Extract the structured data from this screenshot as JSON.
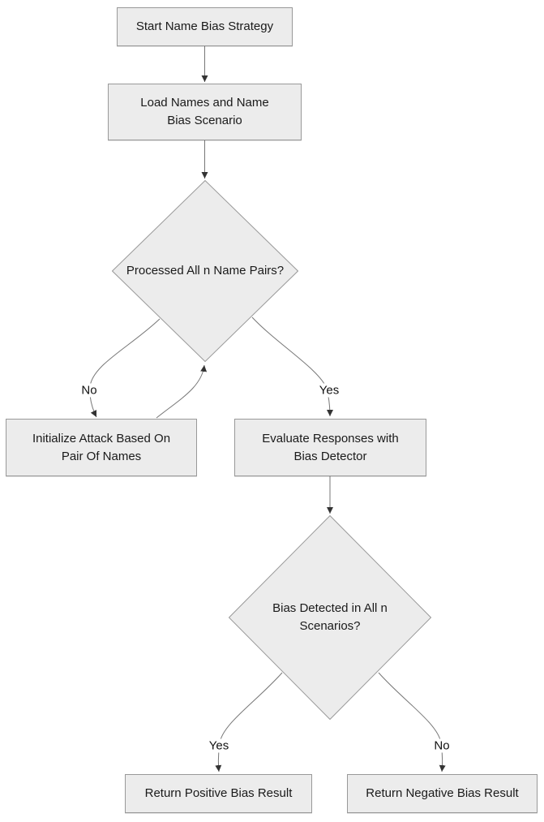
{
  "diagram": {
    "type": "flowchart",
    "direction": "top-down",
    "colors": {
      "node_fill": "#ececec",
      "node_border": "#999999",
      "edge_line": "#777777",
      "arrowhead": "#333333",
      "text": "#1a1a1a",
      "background": "#ffffff"
    },
    "nodes": [
      {
        "id": "start",
        "type": "process",
        "lines": [
          "Start Name Bias Strategy"
        ]
      },
      {
        "id": "load",
        "type": "process",
        "lines": [
          "Load Names and Name",
          "Bias Scenario"
        ]
      },
      {
        "id": "decision1",
        "type": "decision",
        "lines": [
          "Processed All n Name Pairs?"
        ]
      },
      {
        "id": "init",
        "type": "process",
        "lines": [
          "Initialize Attack Based On",
          "Pair Of Names"
        ]
      },
      {
        "id": "evaluate",
        "type": "process",
        "lines": [
          "Evaluate Responses with",
          "Bias Detector"
        ]
      },
      {
        "id": "decision2",
        "type": "decision",
        "lines": [
          "Bias Detected in All n",
          "Scenarios?"
        ]
      },
      {
        "id": "positive",
        "type": "process",
        "lines": [
          "Return Positive Bias Result"
        ]
      },
      {
        "id": "negative",
        "type": "process",
        "lines": [
          "Return Negative Bias Result"
        ]
      }
    ],
    "edges": [
      {
        "from": "start",
        "to": "load",
        "label": ""
      },
      {
        "from": "load",
        "to": "decision1",
        "label": ""
      },
      {
        "from": "decision1",
        "to": "init",
        "label": "No"
      },
      {
        "from": "init",
        "to": "decision1",
        "label": ""
      },
      {
        "from": "decision1",
        "to": "evaluate",
        "label": "Yes"
      },
      {
        "from": "evaluate",
        "to": "decision2",
        "label": ""
      },
      {
        "from": "decision2",
        "to": "positive",
        "label": "Yes"
      },
      {
        "from": "decision2",
        "to": "negative",
        "label": "No"
      }
    ]
  }
}
